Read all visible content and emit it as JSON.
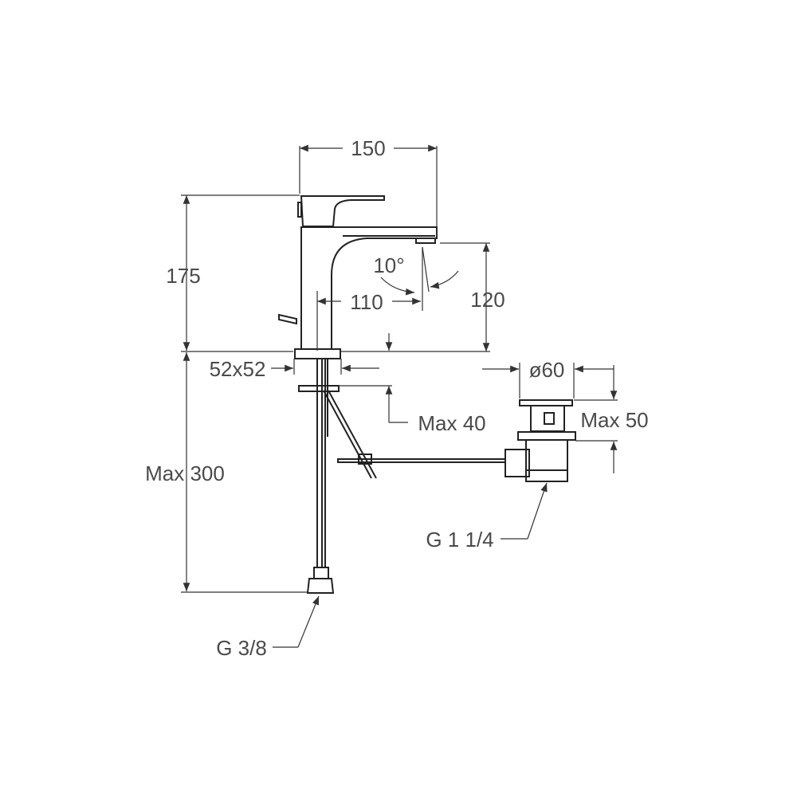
{
  "dimensions": {
    "spout_reach_total": "150",
    "height_total": "175",
    "angle": "10°",
    "spout_reach": "110",
    "spout_height": "120",
    "base_size": "52x52",
    "pipe_max_length": "Max 300",
    "deck_thickness_max": "Max 40",
    "waste_diameter": "ø60",
    "waste_thickness_max": "Max 50",
    "waste_thread": "G 1 1/4",
    "supply_thread": "G 3/8"
  },
  "colors": {
    "line": "#222222",
    "text": "#4a4a4a"
  }
}
